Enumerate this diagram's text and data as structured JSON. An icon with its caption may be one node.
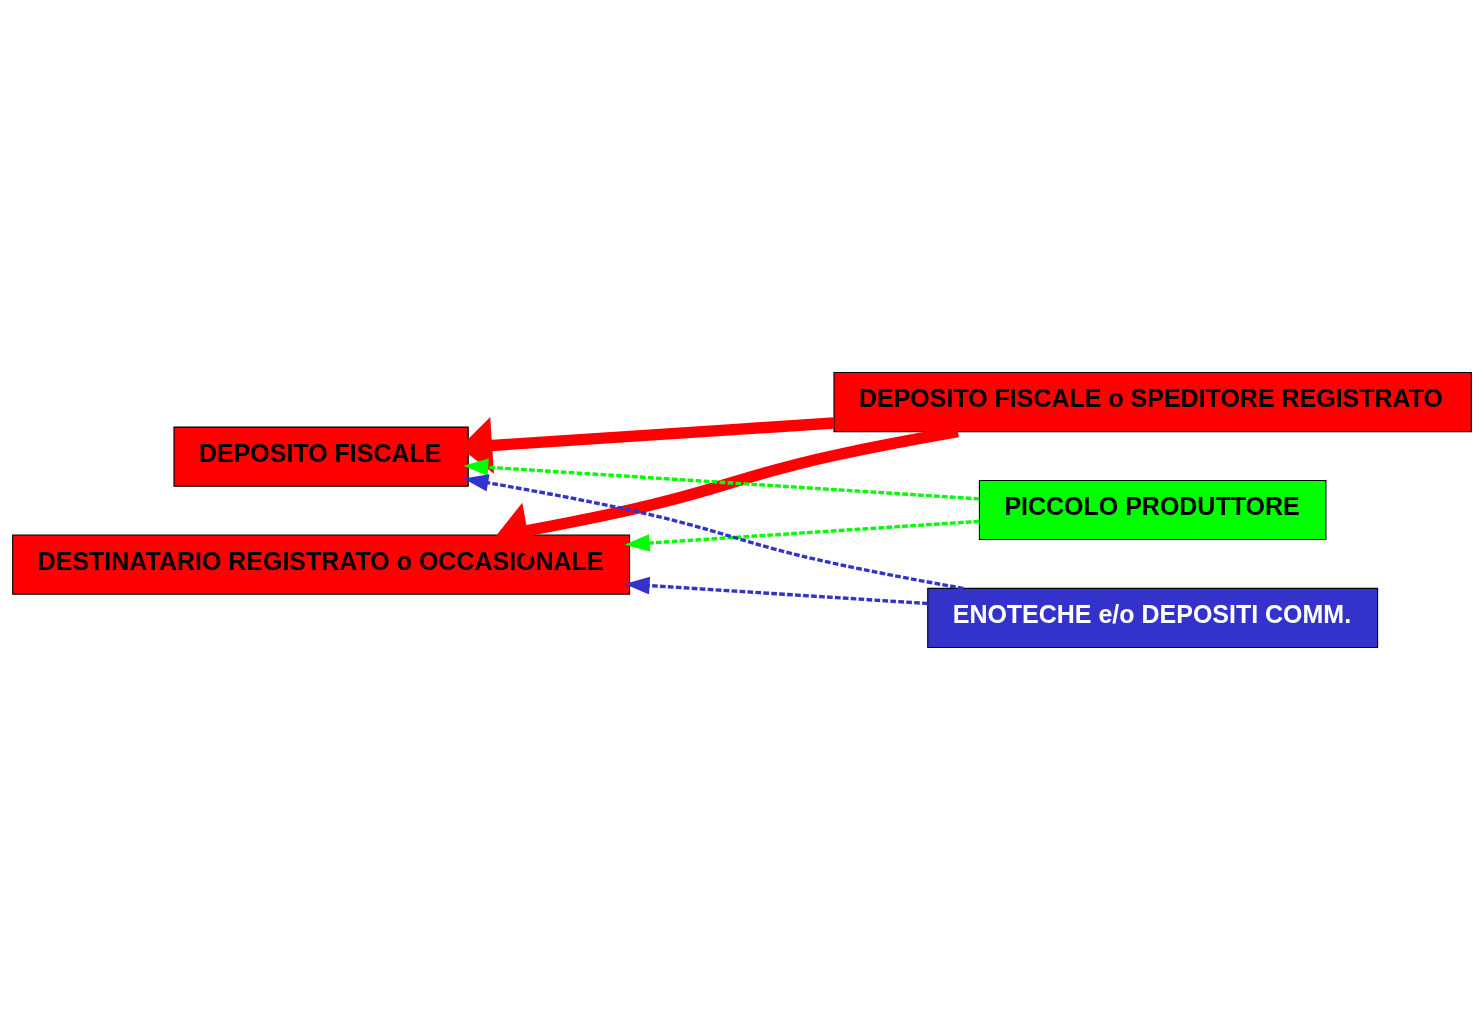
{
  "diagram": {
    "nodes": [
      {
        "text": [
          "DEPOSITO FISCALE"
        ]
      },
      {
        "text": [
          "DEPOSITO FISCALE o SPEDITORE REGISTRATO"
        ]
      },
      {
        "text": [
          "DESTINATARIO REGISTRATO o OCCASIONALE"
        ]
      },
      {
        "text": [
          "PICCOLO PRODUTTORE"
        ]
      },
      {
        "text": [
          "ENOTECHE e/o DEPOSITI COMM."
        ]
      }
    ],
    "edges": [
      {
        "from": 1,
        "to": 0,
        "arrow": "to",
        "style": "thick",
        "color": "#ff0000"
      },
      {
        "from": 1,
        "to": 2,
        "arrow": "to",
        "style": "thick",
        "color": "#ff0000"
      },
      {
        "from": 3,
        "to": 0,
        "arrow": "to",
        "style": "dashed",
        "color": "#00ff00"
      },
      {
        "from": 3,
        "to": 2,
        "arrow": "to",
        "style": "dashed",
        "color": "#00ff00"
      },
      {
        "from": 4,
        "to": 0,
        "arrow": "to",
        "style": "dashed",
        "color": "#3333cc"
      },
      {
        "from": 4,
        "to": 2,
        "arrow": "to",
        "style": "dashed",
        "color": "#3333cc"
      }
    ]
  }
}
